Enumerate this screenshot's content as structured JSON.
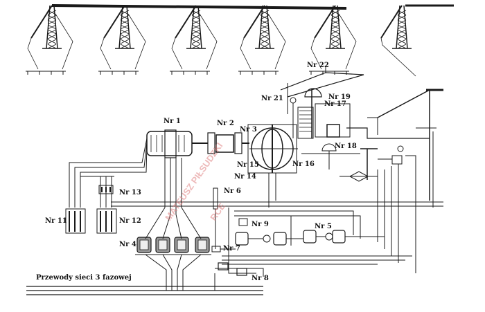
{
  "diagram": {
    "caption": "Przewody sieci 3 fazowej",
    "labels": [
      "Nr 1",
      "Nr 2",
      "Nr 3",
      "Nr 4",
      "Nr 5",
      "Nr 6",
      "Nr 7",
      "Nr 8",
      "Nr 9",
      "Nr 11",
      "Nr 12",
      "Nr 13",
      "Nr 14",
      "Nr 15",
      "Nr 16",
      "Nr 17",
      "Nr 18",
      "Nr 19",
      "Nr 21",
      "Nr 22"
    ],
    "watermark": [
      "MATEUSZ PIŁSUDZKI",
      "RCE"
    ]
  },
  "colors": {
    "ink": "#1a1a1a",
    "watermark": "#e08080",
    "background": "#ffffff"
  }
}
